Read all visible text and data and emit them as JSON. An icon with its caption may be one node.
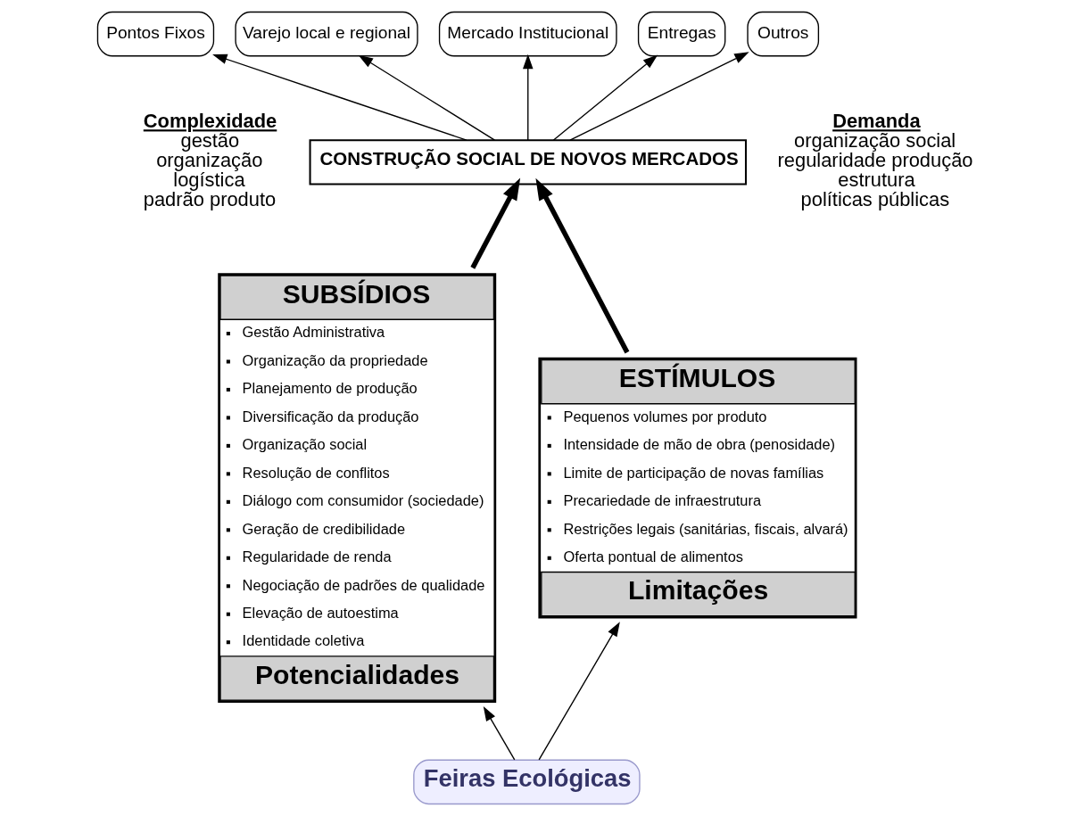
{
  "diagram": {
    "nodes": [
      {
        "text": [
          "Pontos Fixos"
        ]
      },
      {
        "text": [
          "Varejo local e regional"
        ]
      },
      {
        "text": [
          "Mercado Institucional"
        ]
      },
      {
        "text": [
          "Entregas"
        ]
      },
      {
        "text": [
          "Outros"
        ]
      },
      {
        "text": [
          "CONSTRUÇÃO SOCIAL DE NOVOS MERCADOS"
        ]
      },
      {
        "text": [
          "SUBSÍDIOS",
          "Gestão Administrativa",
          "Organização da propriedade",
          "Planejamento de produção",
          "Diversificação da produção",
          "Organização social",
          "Resolução de conflitos",
          "Diálogo com consumidor (sociedade)",
          "Geração de credibilidade",
          "Regularidade de renda",
          "Negociação de padrões de qualidade",
          "Elevação de autoestima",
          "Identidade coletiva",
          "Potencialidades"
        ]
      },
      {
        "text": [
          "ESTÍMULOS",
          "Pequenos volumes por produto",
          "Intensidade de mão de obra (penosidade)",
          "Limite de participação de novas famílias",
          "Precariedade de infraestrutura",
          "Restrições legais (sanitárias, fiscais, alvará)",
          "Oferta pontual de alimentos",
          "Limitações"
        ]
      },
      {
        "text": [
          "Feiras Ecológicas"
        ]
      }
    ],
    "edges": [
      {
        "from": 5,
        "to": 0,
        "arrow": "to"
      },
      {
        "from": 5,
        "to": 1,
        "arrow": "to"
      },
      {
        "from": 5,
        "to": 2,
        "arrow": "to"
      },
      {
        "from": 5,
        "to": 3,
        "arrow": "to"
      },
      {
        "from": 5,
        "to": 4,
        "arrow": "to"
      },
      {
        "from": 6,
        "to": 5,
        "arrow": "to",
        "style": "thick"
      },
      {
        "from": 7,
        "to": 5,
        "arrow": "to",
        "style": "thick"
      },
      {
        "from": 8,
        "to": 6,
        "arrow": "to"
      },
      {
        "from": 8,
        "to": 7,
        "arrow": "to"
      }
    ],
    "labels": [
      "Complexidade",
      "gestão",
      "organização",
      "logística",
      "padrão produto",
      "Demanda",
      "organização social",
      "regularidade produção",
      "estrutura",
      "políticas públicas"
    ]
  }
}
